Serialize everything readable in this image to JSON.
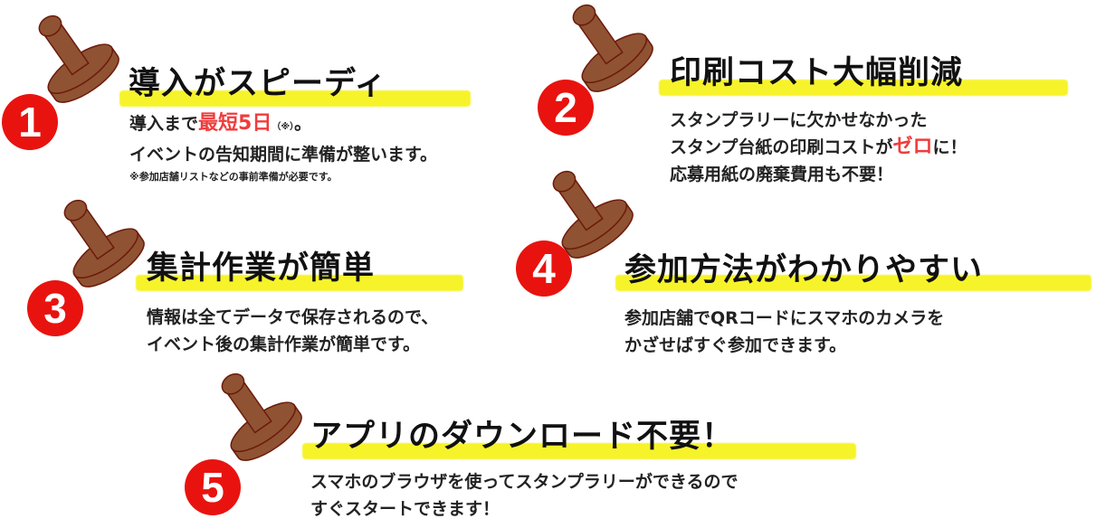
{
  "colors": {
    "stamp": "#8f5232",
    "stamp_outline": "#6b1a0a",
    "number_circle": "#e8130f",
    "highlight": "#f7f32a",
    "accent_text": "#f03c3c"
  },
  "features": [
    {
      "number": "1",
      "title": "導入がスピーディ",
      "line1_pre": "導入まで",
      "line1_red": "最短5日",
      "line1_small": "（※）",
      "line1_post": "。",
      "line2": "イベントの告知期間に準備が整います。",
      "note": "※参加店舗リストなどの事前準備が必要です。"
    },
    {
      "number": "2",
      "title": "印刷コスト大幅削減",
      "line1": "スタンプラリーに欠かせなかった",
      "line2_pre": "スタンプ台紙の印刷コストが",
      "line2_red": "ゼロ",
      "line2_post": "に！",
      "line3": "応募用紙の廃棄費用も不要！"
    },
    {
      "number": "3",
      "title": "集計作業が簡単",
      "line1": "情報は全てデータで保存されるので、",
      "line2": "イベント後の集計作業が簡単です。"
    },
    {
      "number": "4",
      "title": "参加方法がわかりやすい",
      "line1": "参加店舗でQRコードにスマホのカメラを",
      "line2": "かざせばすぐ参加できます。"
    },
    {
      "number": "5",
      "title": "アプリのダウンロード不要！",
      "line1": "スマホのブラウザを使ってスタンプラリーができるので",
      "line2": "すぐスタートできます！"
    }
  ]
}
